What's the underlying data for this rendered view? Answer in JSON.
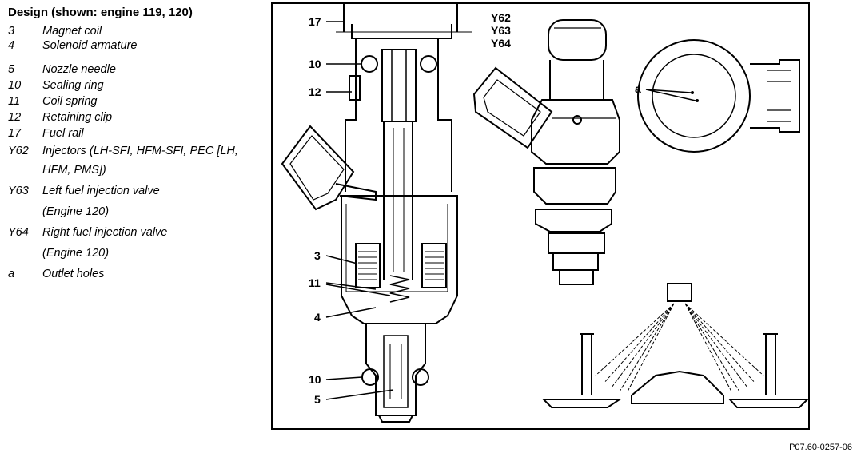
{
  "legend": {
    "title": "Design (shown: engine 119, 120)",
    "items": [
      {
        "key": "3",
        "text": "Magnet coil"
      },
      {
        "key": "4",
        "text": "Solenoid armature"
      },
      {
        "key": "5",
        "text": "Nozzle needle"
      },
      {
        "key": "10",
        "text": "Sealing ring"
      },
      {
        "key": "11",
        "text": "Coil spring"
      },
      {
        "key": "12",
        "text": "Retaining clip"
      },
      {
        "key": "17",
        "text": "Fuel rail"
      },
      {
        "key": "Y62",
        "text": "Injectors (LH-SFI, HFM-SFI, PEC [LH,"
      },
      {
        "key": "",
        "text": "HFM, PMS])"
      },
      {
        "key": "Y63",
        "text": "Left fuel injection valve"
      },
      {
        "key": "",
        "text": "(Engine 120)"
      },
      {
        "key": "Y64",
        "text": "Right fuel injection valve"
      },
      {
        "key": "",
        "text": "(Engine 120)"
      },
      {
        "key": "a",
        "text": "Outlet holes"
      }
    ]
  },
  "callouts": {
    "c17": "17",
    "c10a": "10",
    "c12": "12",
    "c3": "3",
    "c11": "11",
    "c4": "4",
    "c10b": "10",
    "c5": "5",
    "y62": "Y62",
    "y63": "Y63",
    "y64": "Y64",
    "a": "a"
  },
  "reference_code": "P07.60-0257-06"
}
